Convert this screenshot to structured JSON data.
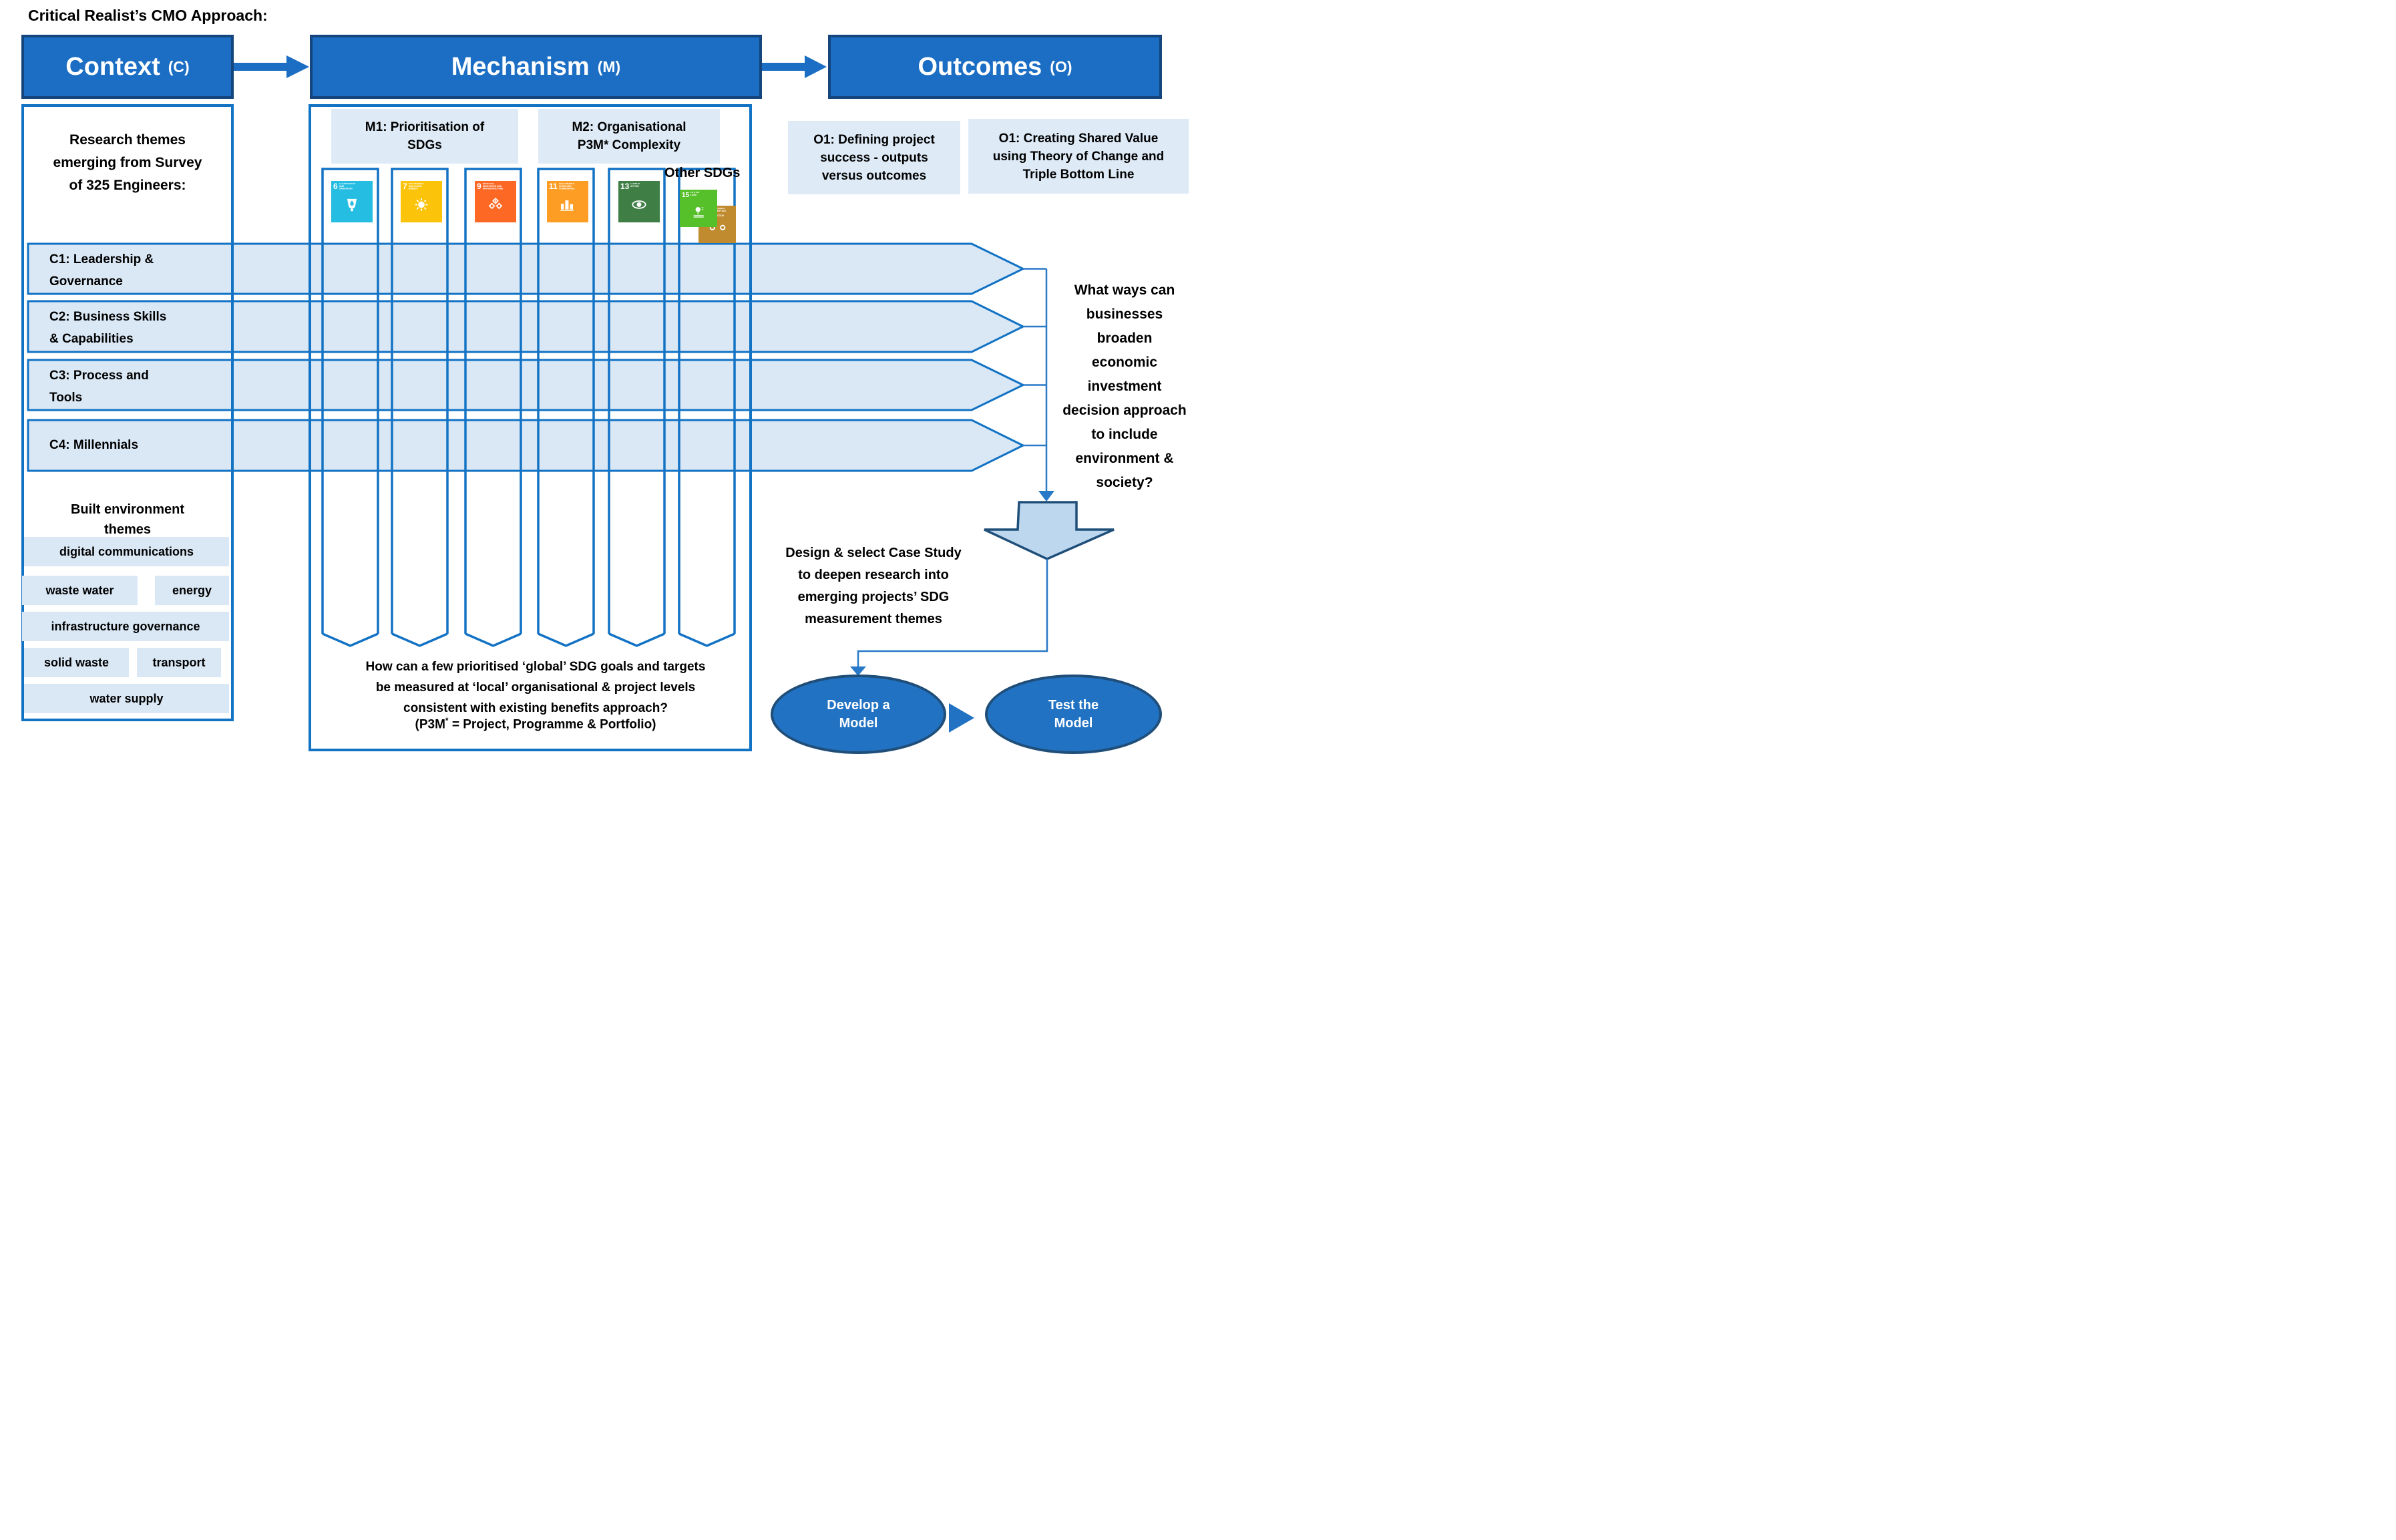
{
  "title": "Critical Realist’s CMO Approach:",
  "headers": {
    "context": {
      "label": "Context",
      "tag": "(C)"
    },
    "mechanism": {
      "label": "Mechanism",
      "tag": "(M)"
    },
    "outcomes": {
      "label": "Outcomes",
      "tag": "(O)"
    }
  },
  "context": {
    "survey_note": [
      "Research themes",
      "emerging from Survey",
      "of 325 Engineers:"
    ],
    "bands": [
      {
        "id": "C1",
        "lines": [
          "C1: Leadership &",
          "Governance"
        ]
      },
      {
        "id": "C2",
        "lines": [
          "C2: Business Skills",
          "& Capabilities"
        ]
      },
      {
        "id": "C3",
        "lines": [
          "C3: Process and",
          "Tools"
        ]
      },
      {
        "id": "C4",
        "lines": [
          "C4: Millennials"
        ]
      }
    ],
    "built_env": {
      "title_lines": [
        "Built environment",
        "themes"
      ],
      "tags": [
        "digital communications",
        "waste water",
        "energy",
        "infrastructure governance",
        "solid waste",
        "transport",
        "water supply"
      ]
    }
  },
  "mechanism": {
    "m1_lines": [
      "M1:  Prioritisation of",
      "SDGs"
    ],
    "m2_lines": [
      "M2:  Organisational",
      "P3M* Complexity"
    ],
    "other_sdgs_label": "Other SDGs",
    "sdgs": [
      {
        "number": "6",
        "title": "Clean Water and Sanitation"
      },
      {
        "number": "7",
        "title": "Affordable and Clean Energy"
      },
      {
        "number": "9",
        "title": "Industry, Innovation and Infrastructure"
      },
      {
        "number": "11",
        "title": "Sustainable Cities and Communities"
      },
      {
        "number": "13",
        "title": "Climate Action"
      },
      {
        "number": "15",
        "title": "Life on Land"
      },
      {
        "number": "12",
        "title": "Responsible Consumption and Production"
      }
    ],
    "question_lines": [
      "How can a few prioritised ‘global’ SDG goals and targets",
      "be measured at ‘local’ organisational & project levels",
      "consistent with existing benefits approach?"
    ],
    "note_prefix": "(P3M",
    "note_sup": "*",
    "note_suffix": " = Project, Programme & Portfolio)"
  },
  "outcomes": {
    "o1_left_lines": [
      "O1:  Defining project",
      "success -  outputs",
      "versus outcomes"
    ],
    "o1_right_lines": [
      "O1: Creating Shared Value",
      "using Theory of Change and",
      "Triple Bottom Line"
    ],
    "broaden_question": [
      "What ways can",
      "businesses",
      "broaden",
      "economic",
      "investment",
      "decision approach",
      "to include",
      "environment &",
      "society?"
    ],
    "case_study_lines": [
      "Design & select Case Study",
      "to deepen research into",
      "emerging projects’  SDG",
      "measurement themes"
    ],
    "develop_lines": [
      "Develop a",
      "Model"
    ],
    "test_lines": [
      "Test the",
      "Model"
    ]
  },
  "colors": {
    "primary_blue": "#1B6EC3",
    "line_blue": "#1272C4",
    "dark_navy": "#1F4E79",
    "band_fill": "#DAE8F6",
    "panel_fill": "#DEEBF7",
    "big_arrow_fill": "#BDD7EE",
    "sdg6": "#26BDE2",
    "sdg7": "#FCC30B",
    "sdg9": "#FD6925",
    "sdg11": "#FD9D24",
    "sdg13": "#3F7E44",
    "sdg15": "#56C02B",
    "sdg12": "#BF8B2E"
  }
}
